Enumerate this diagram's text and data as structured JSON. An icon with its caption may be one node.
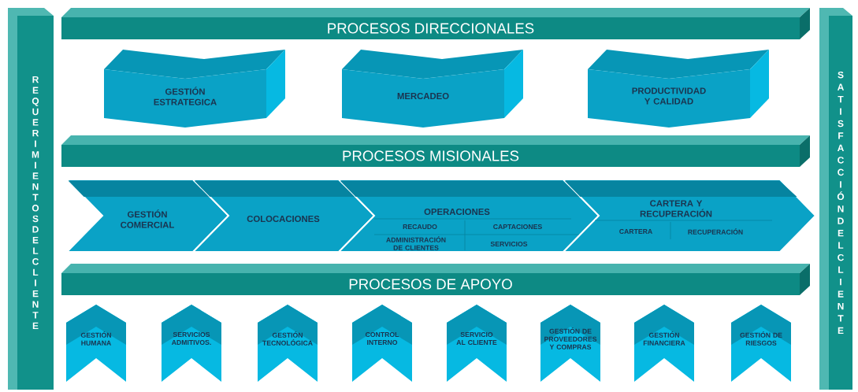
{
  "diagram": {
    "nodes": [
      {
        "text": [
          "REQUERIMIENTOS DEL CLIENTE"
        ]
      },
      {
        "text": [
          "PROCESOS DIRECCIONALES"
        ]
      },
      {
        "text": [
          "GESTIÓN ESTRATEGICA"
        ]
      },
      {
        "text": [
          "MERCADEO"
        ]
      },
      {
        "text": [
          "PRODUCTIVIDAD Y CALIDAD"
        ]
      },
      {
        "text": [
          "PROCESOS MISIONALES"
        ]
      },
      {
        "text": [
          "GESTIÓN COMERCIAL"
        ]
      },
      {
        "text": [
          "COLOCACIONES"
        ]
      },
      {
        "text": [
          "OPERACIONES",
          "RECAUDO",
          "CAPTACIONES",
          "ADMINISTRACIÓN DE CLIENTES",
          "SERVICIOS"
        ]
      },
      {
        "text": [
          "CARTERA Y RECUPERACIÓN",
          "CARTERA",
          "RECUPERACIÓN"
        ]
      },
      {
        "text": [
          "PROCESOS DE APOYO"
        ]
      },
      {
        "text": [
          "GESTIÓN HUMANA"
        ]
      },
      {
        "text": [
          "SERVICIOS ADMITIVOS."
        ]
      },
      {
        "text": [
          "GESTIÓN TECNOLÓGICA"
        ]
      },
      {
        "text": [
          "CONTROL INTERNO"
        ]
      },
      {
        "text": [
          "SERVICIO AL CLIENTE"
        ]
      },
      {
        "text": [
          "GESTIÓN DE PROVEEDORES Y COMPRAS"
        ]
      },
      {
        "text": [
          "GESTIÓN FINANCIERA"
        ]
      },
      {
        "text": [
          "GESTIÓN DE RIESGOS"
        ]
      },
      {
        "text": [
          "SATISFACCIÓN DEL CLIENTE"
        ]
      }
    ],
    "edges": []
  }
}
